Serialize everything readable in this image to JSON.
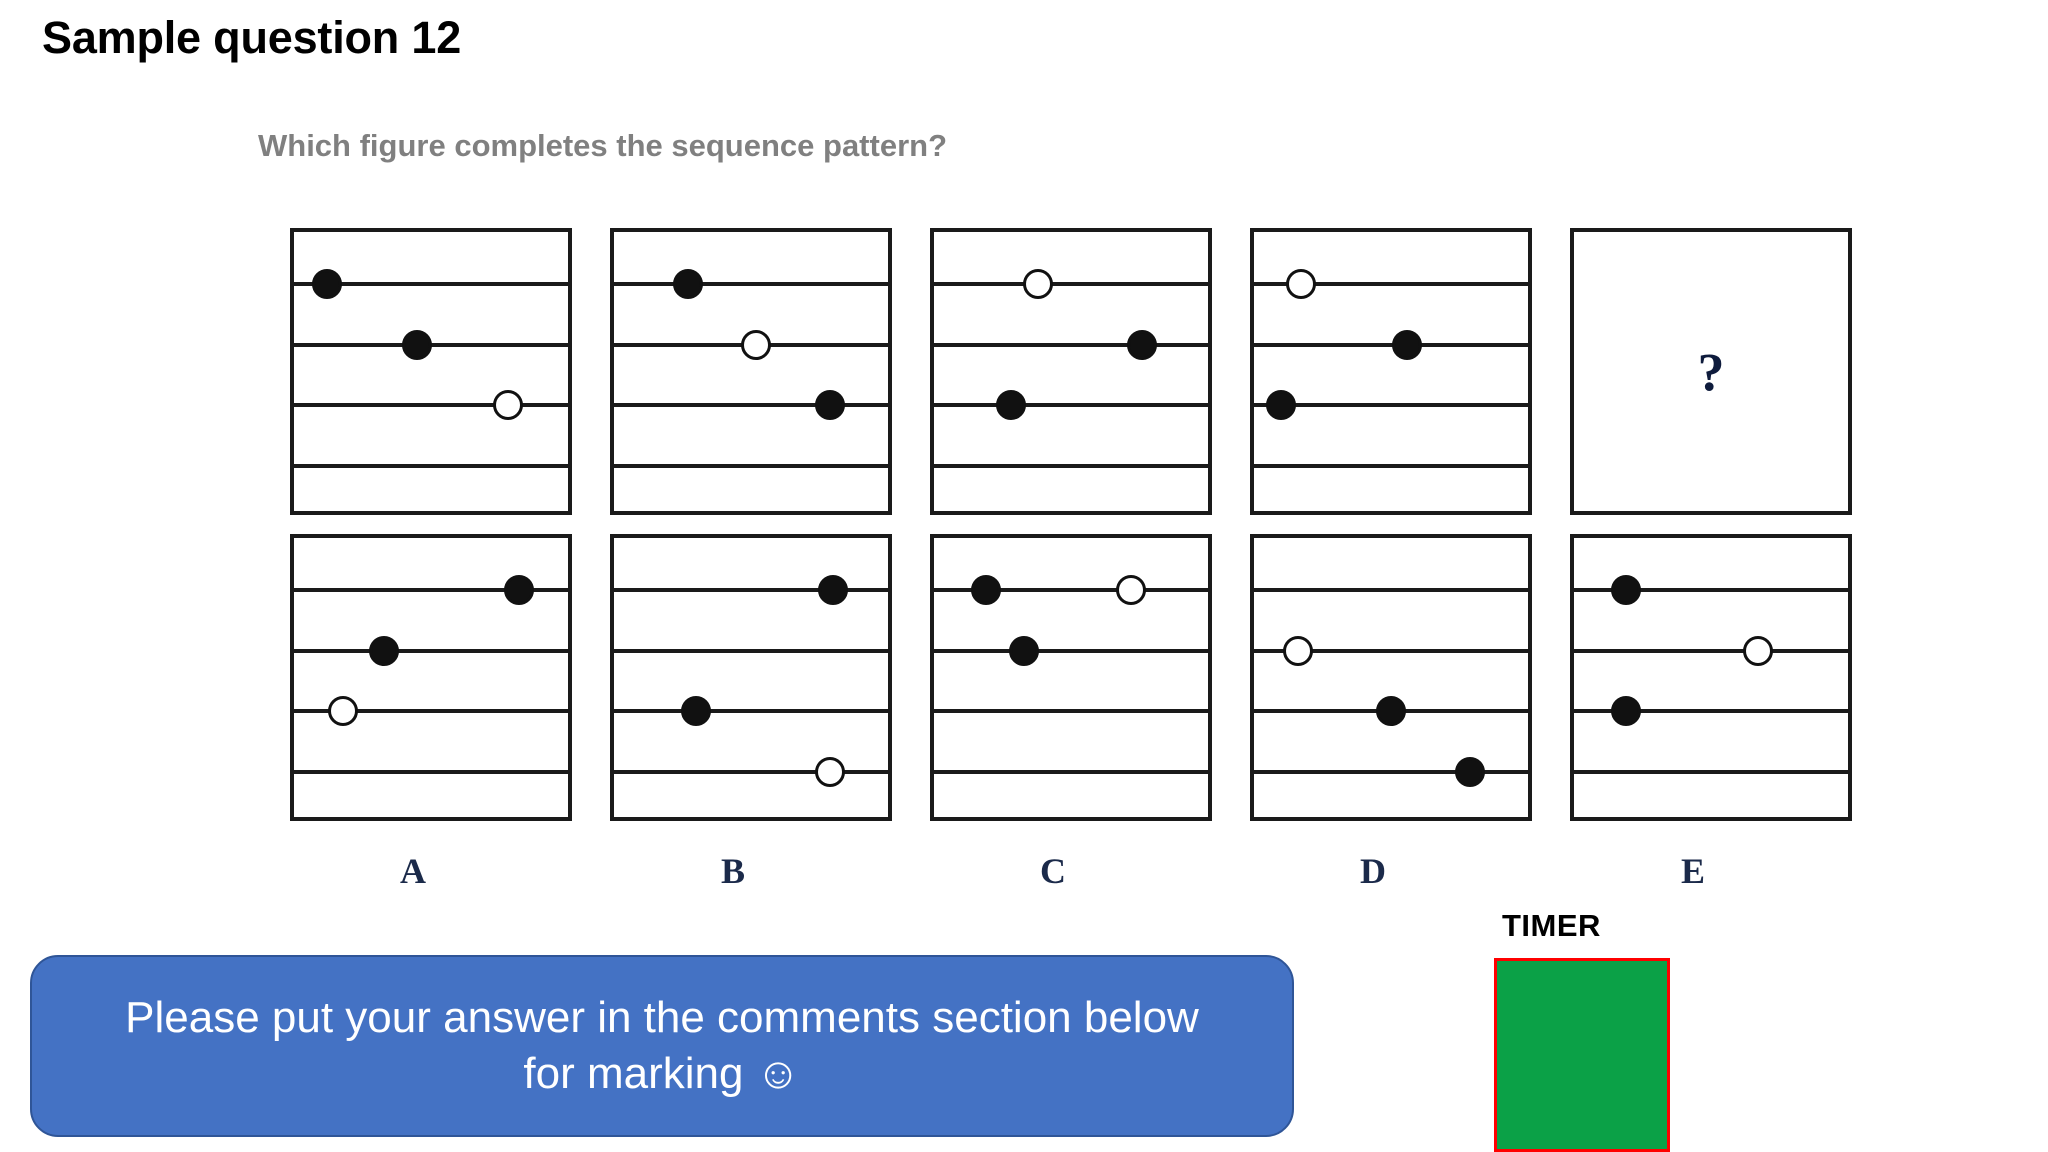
{
  "slide": {
    "title": "Sample question 12",
    "prompt": "Which figure completes the sequence pattern?",
    "background_color": "#ffffff"
  },
  "colors": {
    "title": "#000000",
    "prompt": "#808080",
    "panel_border": "#1a1a1a",
    "note_fill": "#111111",
    "note_open": "#ffffff",
    "banner_bg": "#4472c4",
    "banner_text": "#ffffff",
    "timer_fill": "#0ba147",
    "timer_border": "#ff0000",
    "question_mark": "#0e1b3c",
    "letter": "#1b2a4a"
  },
  "puzzle": {
    "line_count": 4,
    "sequence_row": {
      "name": "sequence-row",
      "panels": [
        {
          "id": "seq-1",
          "notes": [
            {
              "line": 0,
              "x_pct": 12,
              "style": "filled"
            },
            {
              "line": 1,
              "x_pct": 45,
              "style": "filled"
            },
            {
              "line": 2,
              "x_pct": 78,
              "style": "open"
            }
          ]
        },
        {
          "id": "seq-2",
          "notes": [
            {
              "line": 0,
              "x_pct": 27,
              "style": "filled"
            },
            {
              "line": 1,
              "x_pct": 52,
              "style": "open"
            },
            {
              "line": 2,
              "x_pct": 79,
              "style": "filled"
            }
          ]
        },
        {
          "id": "seq-3",
          "notes": [
            {
              "line": 0,
              "x_pct": 38,
              "style": "open"
            },
            {
              "line": 1,
              "x_pct": 76,
              "style": "filled"
            },
            {
              "line": 2,
              "x_pct": 28,
              "style": "filled"
            }
          ]
        },
        {
          "id": "seq-4",
          "notes": [
            {
              "line": 0,
              "x_pct": 17,
              "style": "open"
            },
            {
              "line": 1,
              "x_pct": 56,
              "style": "filled"
            },
            {
              "line": 2,
              "x_pct": 10,
              "style": "filled"
            }
          ]
        },
        {
          "id": "seq-5-unknown",
          "is_unknown": true,
          "unknown_symbol": "?",
          "notes": []
        }
      ]
    },
    "options_row": {
      "name": "options-row",
      "letters": [
        "A",
        "B",
        "C",
        "D",
        "E"
      ],
      "panels": [
        {
          "id": "option-A",
          "label": "A",
          "notes": [
            {
              "line": 0,
              "x_pct": 82,
              "style": "filled"
            },
            {
              "line": 1,
              "x_pct": 33,
              "style": "filled"
            },
            {
              "line": 2,
              "x_pct": 18,
              "style": "open"
            }
          ]
        },
        {
          "id": "option-B",
          "label": "B",
          "notes": [
            {
              "line": 0,
              "x_pct": 80,
              "style": "filled"
            },
            {
              "line": 2,
              "x_pct": 30,
              "style": "filled"
            },
            {
              "line": 3,
              "x_pct": 79,
              "style": "open"
            }
          ]
        },
        {
          "id": "option-C",
          "label": "C",
          "notes": [
            {
              "line": 0,
              "x_pct": 19,
              "style": "filled"
            },
            {
              "line": 0,
              "x_pct": 72,
              "style": "open"
            },
            {
              "line": 1,
              "x_pct": 33,
              "style": "filled"
            }
          ]
        },
        {
          "id": "option-D",
          "label": "D",
          "notes": [
            {
              "line": 1,
              "x_pct": 16,
              "style": "open"
            },
            {
              "line": 2,
              "x_pct": 50,
              "style": "filled"
            },
            {
              "line": 3,
              "x_pct": 79,
              "style": "filled"
            }
          ]
        },
        {
          "id": "option-E",
          "label": "E",
          "notes": [
            {
              "line": 0,
              "x_pct": 19,
              "style": "filled"
            },
            {
              "line": 1,
              "x_pct": 67,
              "style": "open"
            },
            {
              "line": 2,
              "x_pct": 19,
              "style": "filled"
            }
          ]
        }
      ]
    }
  },
  "banner": {
    "text": "Please put your answer in the comments section below for marking ☺"
  },
  "timer": {
    "label": "TIMER",
    "state": "full"
  }
}
